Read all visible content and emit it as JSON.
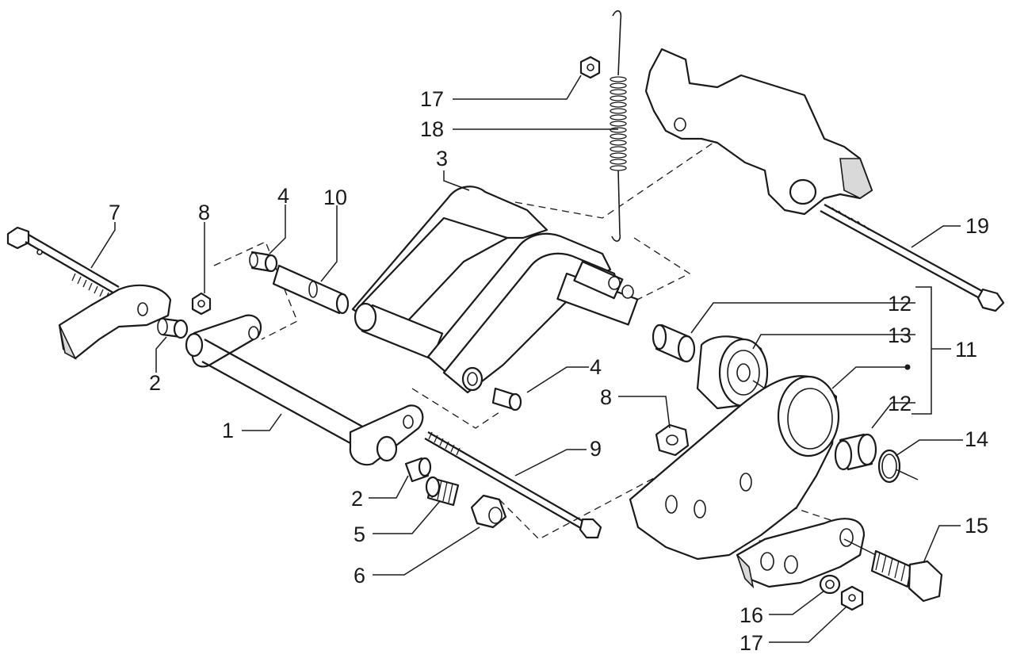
{
  "diagram": {
    "callouts": [
      {
        "id": "c1",
        "label": "1"
      },
      {
        "id": "c2a",
        "label": "2"
      },
      {
        "id": "c2b",
        "label": "2"
      },
      {
        "id": "c3",
        "label": "3"
      },
      {
        "id": "c4a",
        "label": "4"
      },
      {
        "id": "c4b",
        "label": "4"
      },
      {
        "id": "c5",
        "label": "5"
      },
      {
        "id": "c6",
        "label": "6"
      },
      {
        "id": "c7",
        "label": "7"
      },
      {
        "id": "c8a",
        "label": "8"
      },
      {
        "id": "c8b",
        "label": "8"
      },
      {
        "id": "c9",
        "label": "9"
      },
      {
        "id": "c10",
        "label": "10"
      },
      {
        "id": "c11",
        "label": "11"
      },
      {
        "id": "c12a",
        "label": "12"
      },
      {
        "id": "c12b",
        "label": "12"
      },
      {
        "id": "c13",
        "label": "13"
      },
      {
        "id": "c14",
        "label": "14"
      },
      {
        "id": "c15",
        "label": "15"
      },
      {
        "id": "c16",
        "label": "16"
      },
      {
        "id": "c17a",
        "label": "17"
      },
      {
        "id": "c17b",
        "label": "17"
      },
      {
        "id": "c18",
        "label": "18"
      },
      {
        "id": "c19",
        "label": "19"
      }
    ],
    "colors": {
      "ink": "#1a1a1a",
      "paper": "#ffffff",
      "shade": "#d9d9d9"
    }
  }
}
